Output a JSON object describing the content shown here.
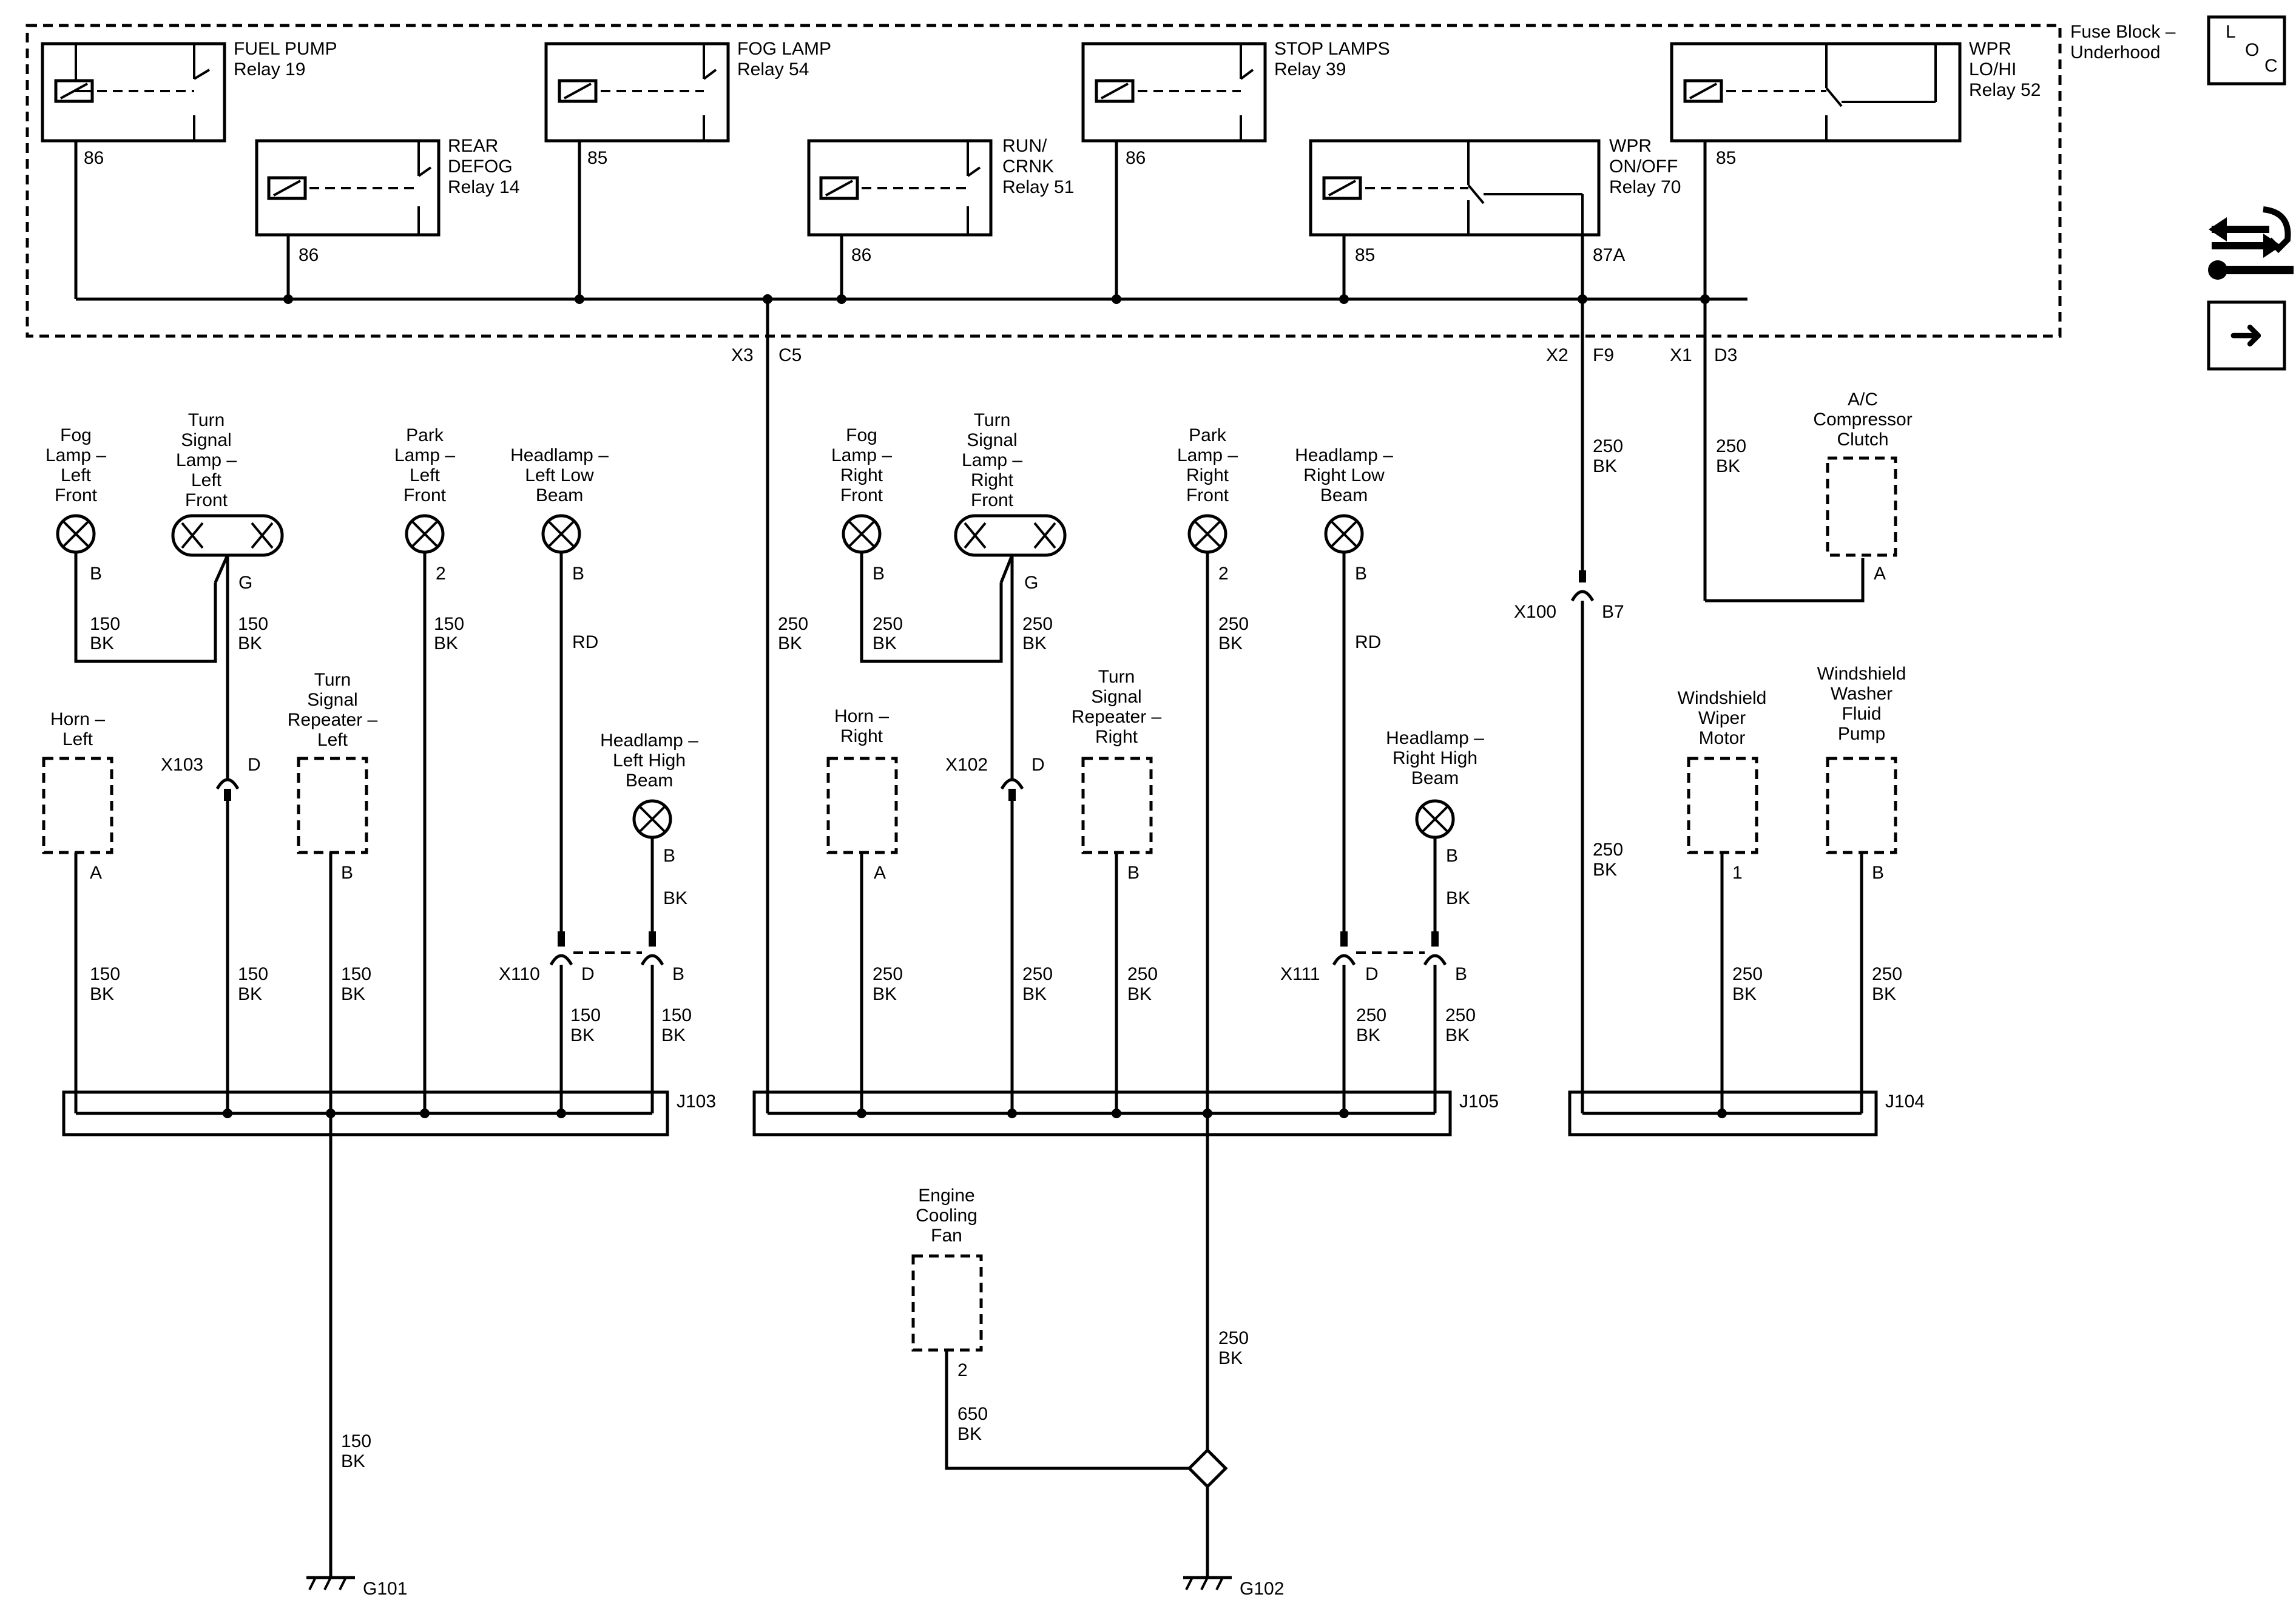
{
  "fuse_block": {
    "line1": "Fuse Block –",
    "line2": "Underhood"
  },
  "nav": {
    "loc_l": "L",
    "loc_o": "O",
    "loc_c": "C",
    "next_arrow": "➜"
  },
  "relays": {
    "fuel_pump": {
      "name": "FUEL PUMP",
      "relay": "Relay 19",
      "pin": "86"
    },
    "fog_lamp": {
      "name": "FOG LAMP",
      "relay": "Relay 54",
      "pin": "85"
    },
    "stop_lamps": {
      "name": "STOP LAMPS",
      "relay": "Relay 39",
      "pin": "86"
    },
    "wpr_lohi": {
      "name1": "WPR",
      "name2": "LO/HI",
      "relay": "Relay 52",
      "pin": "85"
    },
    "rear_defog": {
      "name1": "REAR",
      "name2": "DEFOG",
      "relay": "Relay 14",
      "pin": "86"
    },
    "run_crnk": {
      "name1": "RUN/",
      "name2": "CRNK",
      "relay": "Relay 51",
      "pin": "86"
    },
    "wpr_onoff": {
      "name1": "WPR",
      "name2": "ON/OFF",
      "relay": "Relay 70",
      "pin": "85",
      "pin2": "87A"
    }
  },
  "connectors": {
    "x3": "X3",
    "c5": "C5",
    "x2": "X2",
    "f9": "F9",
    "x1": "X1",
    "d3": "D3",
    "x100": "X100",
    "b7": "B7",
    "x103": "X103",
    "x102": "X102",
    "x110": "X110",
    "x111": "X111",
    "d": "D",
    "b": "B"
  },
  "components": {
    "fog_lf": [
      "Fog",
      "Lamp –",
      "Left",
      "Front"
    ],
    "turn_lf": [
      "Turn",
      "Signal",
      "Lamp –",
      "Left",
      "Front"
    ],
    "park_lf": [
      "Park",
      "Lamp –",
      "Left",
      "Front"
    ],
    "head_llow": [
      "Headlamp –",
      "Left Low",
      "Beam"
    ],
    "horn_l": [
      "Horn –",
      "Left"
    ],
    "turn_rep_l": [
      "Turn",
      "Signal",
      "Repeater –",
      "Left"
    ],
    "head_lhigh": [
      "Headlamp –",
      "Left High",
      "Beam"
    ],
    "fog_rf": [
      "Fog",
      "Lamp –",
      "Right",
      "Front"
    ],
    "turn_rf": [
      "Turn",
      "Signal",
      "Lamp –",
      "Right",
      "Front"
    ],
    "park_rf": [
      "Park",
      "Lamp –",
      "Right",
      "Front"
    ],
    "head_rlow": [
      "Headlamp –",
      "Right Low",
      "Beam"
    ],
    "horn_r": [
      "Horn –",
      "Right"
    ],
    "turn_rep_r": [
      "Turn",
      "Signal",
      "Repeater –",
      "Right"
    ],
    "head_rhigh": [
      "Headlamp –",
      "Right High",
      "Beam"
    ],
    "ac_clutch": [
      "A/C",
      "Compressor",
      "Clutch"
    ],
    "wiper_motor": [
      "Windshield",
      "Wiper",
      "Motor"
    ],
    "washer_pump": [
      "Windshield",
      "Washer",
      "Fluid",
      "Pump"
    ],
    "cooling_fan": [
      "Engine",
      "Cooling",
      "Fan"
    ]
  },
  "pins": {
    "A": "A",
    "B": "B",
    "G": "G",
    "D": "D",
    "one": "1",
    "two": "2"
  },
  "wires": {
    "g150": "150",
    "g250": "250",
    "g650": "650",
    "bk": "BK",
    "rd": "RD"
  },
  "splices": {
    "j103": "J103",
    "j105": "J105",
    "j104": "J104"
  },
  "grounds": {
    "g101": "G101",
    "g102": "G102"
  }
}
